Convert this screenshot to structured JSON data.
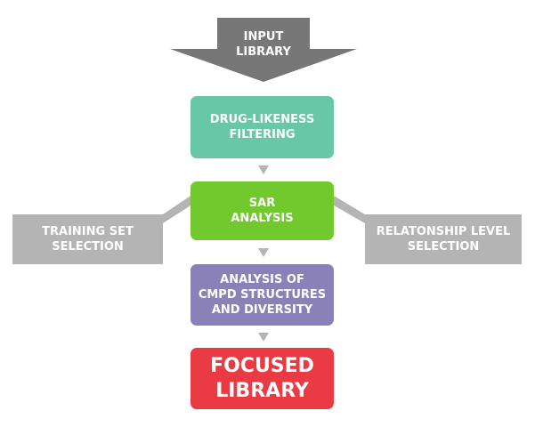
{
  "diagram": {
    "input": {
      "lines": [
        "INPUT",
        "LIBRARY"
      ],
      "color": "#777777"
    },
    "steps": [
      {
        "id": "drug-likeness",
        "lines": [
          "DRUG-LIKENESS",
          "FILTERING"
        ],
        "color": "#67c7a6"
      },
      {
        "id": "sar",
        "lines": [
          "SAR",
          "ANALYSIS"
        ],
        "color": "#71c92d"
      },
      {
        "id": "analysis",
        "lines": [
          "ANALYSIS OF",
          "CMPD STRUCTURES",
          "AND DIVERSITY"
        ],
        "color": "#8b81b9"
      },
      {
        "id": "focused",
        "lines": [
          "FOCUSED",
          "LIBRARY"
        ],
        "color": "#ea3a43"
      }
    ],
    "side_inputs": [
      {
        "id": "training",
        "lines": [
          "TRAINING SET",
          "SELECTION"
        ],
        "color": "#b4b4b4"
      },
      {
        "id": "relationship",
        "lines": [
          "RELATONSHIP LEVEL",
          "SELECTION"
        ],
        "color": "#b4b4b4"
      }
    ],
    "connector_color": "#b4b4b4"
  }
}
